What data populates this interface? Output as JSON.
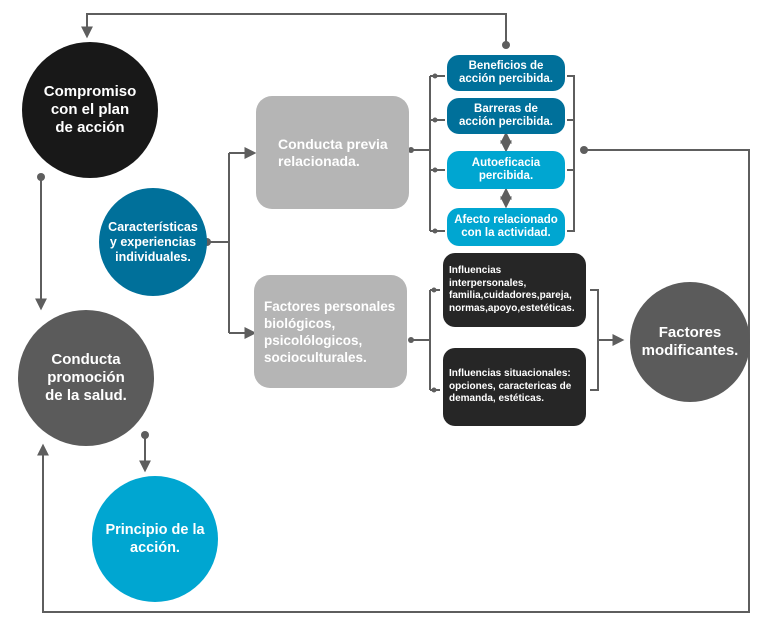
{
  "nodes": {
    "compromiso": {
      "text": "Compromiso\ncon el plan\nde acción",
      "color": "#181818"
    },
    "caracteristicas": {
      "text": "Características\ny experiencias\nindividuales.",
      "color": "#00709a"
    },
    "conducta_promocion": {
      "text": "Conducta\npromoción\nde la salud.",
      "color": "#5b5b5b"
    },
    "principio": {
      "text": "Principio de la\nacción.",
      "color": "#00a6d1"
    },
    "conducta_previa": {
      "text": "Conducta previa\nrelacionada.",
      "color": "#b5b5b5"
    },
    "factores_personales": {
      "text": "Factores personales\nbiológicos,\npsicolólogicos,\nsocioculturales.",
      "color": "#b5b5b5"
    },
    "beneficios": {
      "text": "Beneficios de\nacción percibida.",
      "color": "#00709a"
    },
    "barreras": {
      "text": "Barreras de\nacción percibida.",
      "color": "#00709a"
    },
    "autoeficacia": {
      "text": "Autoeficacia\npercibida.",
      "color": "#00a6d1"
    },
    "afecto": {
      "text": "Afecto relacionado\ncon la actividad.",
      "color": "#00a6d1"
    },
    "influencias_interpersonales": {
      "text": "Influencias interpersonales,\nfamilia,cuidadores,pareja,\nnormas,apoyo,estetéticas.",
      "color": "#262626"
    },
    "influencias_situacionales": {
      "text": "Influencias  situacionales:\nopciones, caractericas de\ndemanda, estéticas.",
      "color": "#262626"
    },
    "factores_modificantes": {
      "text": "Factores\nmodificantes.",
      "color": "#5b5b5b"
    }
  },
  "connector_color": "#5e5e5e"
}
